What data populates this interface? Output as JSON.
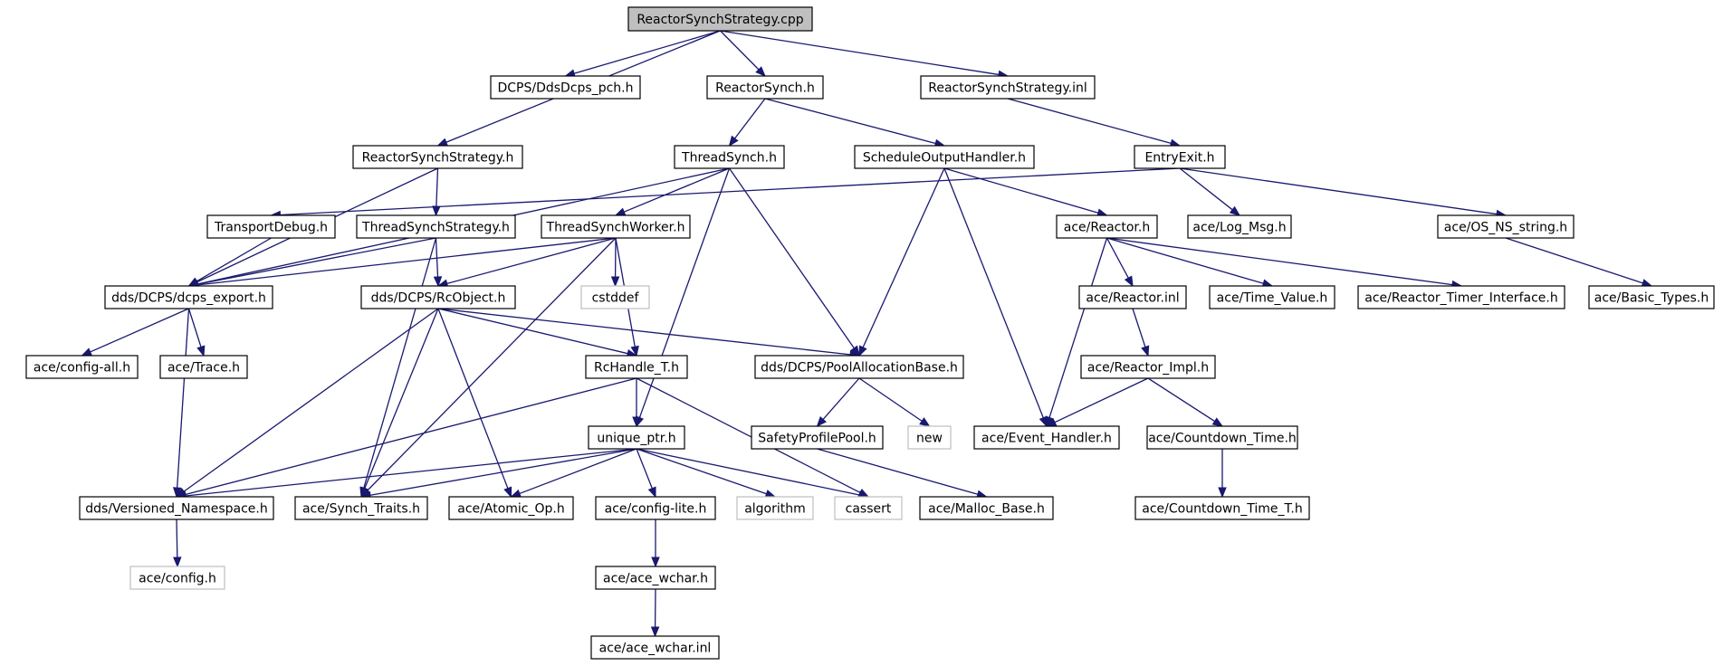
{
  "colors": {
    "edge": "#191970",
    "root_fill": "#bfbfbf",
    "ext_border": "#bfbfbf",
    "node_border": "#000000"
  },
  "nodes": [
    {
      "id": "root",
      "label": "ReactorSynchStrategy.cpp",
      "kind": "root"
    },
    {
      "id": "ddsdcps_pch",
      "label": "DCPS/DdsDcps_pch.h"
    },
    {
      "id": "reactorsynch_h",
      "label": "ReactorSynch.h"
    },
    {
      "id": "rss_inl",
      "label": "ReactorSynchStrategy.inl"
    },
    {
      "id": "rss_h",
      "label": "ReactorSynchStrategy.h"
    },
    {
      "id": "threadsynch_h",
      "label": "ThreadSynch.h"
    },
    {
      "id": "sched_h",
      "label": "ScheduleOutputHandler.h"
    },
    {
      "id": "entryexit_h",
      "label": "EntryExit.h"
    },
    {
      "id": "transportdebug_h",
      "label": "TransportDebug.h"
    },
    {
      "id": "tss_h",
      "label": "ThreadSynchStrategy.h"
    },
    {
      "id": "tsw_h",
      "label": "ThreadSynchWorker.h"
    },
    {
      "id": "ace_reactor_h",
      "label": "ace/Reactor.h"
    },
    {
      "id": "ace_logmsg_h",
      "label": "ace/Log_Msg.h"
    },
    {
      "id": "ace_osns_h",
      "label": "ace/OS_NS_string.h"
    },
    {
      "id": "dcps_export_h",
      "label": "dds/DCPS/dcps_export.h"
    },
    {
      "id": "rcobject_h",
      "label": "dds/DCPS/RcObject.h"
    },
    {
      "id": "cstddef",
      "label": "cstddef",
      "kind": "ext"
    },
    {
      "id": "ace_reactor_inl",
      "label": "ace/Reactor.inl"
    },
    {
      "id": "ace_timevalue_h",
      "label": "ace/Time_Value.h"
    },
    {
      "id": "ace_rti_h",
      "label": "ace/Reactor_Timer_Interface.h"
    },
    {
      "id": "ace_basictypes_h",
      "label": "ace/Basic_Types.h"
    },
    {
      "id": "ace_configall_h",
      "label": "ace/config-all.h"
    },
    {
      "id": "ace_trace_h",
      "label": "ace/Trace.h"
    },
    {
      "id": "rchandle_h",
      "label": "RcHandle_T.h"
    },
    {
      "id": "pool_h",
      "label": "dds/DCPS/PoolAllocationBase.h"
    },
    {
      "id": "ace_reactorimpl_h",
      "label": "ace/Reactor_Impl.h"
    },
    {
      "id": "uniqueptr_h",
      "label": "unique_ptr.h"
    },
    {
      "id": "safety_h",
      "label": "SafetyProfilePool.h"
    },
    {
      "id": "new",
      "label": "new",
      "kind": "ext"
    },
    {
      "id": "ace_eventhandler_h",
      "label": "ace/Event_Handler.h"
    },
    {
      "id": "ace_countdown_h",
      "label": "ace/Countdown_Time.h"
    },
    {
      "id": "versioned_h",
      "label": "dds/Versioned_Namespace.h"
    },
    {
      "id": "ace_synchtraits_h",
      "label": "ace/Synch_Traits.h"
    },
    {
      "id": "ace_atomicop_h",
      "label": "ace/Atomic_Op.h"
    },
    {
      "id": "ace_configlite_h",
      "label": "ace/config-lite.h"
    },
    {
      "id": "algorithm",
      "label": "algorithm",
      "kind": "ext"
    },
    {
      "id": "cassert",
      "label": "cassert",
      "kind": "ext"
    },
    {
      "id": "ace_malloc_h",
      "label": "ace/Malloc_Base.h"
    },
    {
      "id": "ace_countdown_t_h",
      "label": "ace/Countdown_Time_T.h"
    },
    {
      "id": "ace_config_h",
      "label": "ace/config.h",
      "kind": "ext"
    },
    {
      "id": "ace_acewchar_h",
      "label": "ace/ace_wchar.h"
    },
    {
      "id": "ace_acewchar_inl",
      "label": "ace/ace_wchar.inl"
    }
  ],
  "edges": [
    {
      "from": "root",
      "to": "ddsdcps_pch"
    },
    {
      "from": "root",
      "to": "reactorsynch_h"
    },
    {
      "from": "root",
      "to": "rss_inl"
    },
    {
      "from": "root",
      "to": "rss_h"
    },
    {
      "from": "reactorsynch_h",
      "to": "threadsynch_h"
    },
    {
      "from": "reactorsynch_h",
      "to": "sched_h"
    },
    {
      "from": "rss_inl",
      "to": "entryexit_h"
    },
    {
      "from": "rss_h",
      "to": "tss_h"
    },
    {
      "from": "rss_h",
      "to": "dcps_export_h"
    },
    {
      "from": "threadsynch_h",
      "to": "tsw_h"
    },
    {
      "from": "threadsynch_h",
      "to": "dcps_export_h"
    },
    {
      "from": "threadsynch_h",
      "to": "pool_h"
    },
    {
      "from": "threadsynch_h",
      "to": "uniqueptr_h"
    },
    {
      "from": "sched_h",
      "to": "ace_reactor_h"
    },
    {
      "from": "sched_h",
      "to": "pool_h"
    },
    {
      "from": "sched_h",
      "to": "ace_eventhandler_h"
    },
    {
      "from": "entryexit_h",
      "to": "transportdebug_h"
    },
    {
      "from": "entryexit_h",
      "to": "ace_logmsg_h"
    },
    {
      "from": "entryexit_h",
      "to": "ace_osns_h"
    },
    {
      "from": "transportdebug_h",
      "to": "dcps_export_h"
    },
    {
      "from": "tss_h",
      "to": "dcps_export_h"
    },
    {
      "from": "tss_h",
      "to": "rcobject_h"
    },
    {
      "from": "tss_h",
      "to": "ace_synchtraits_h"
    },
    {
      "from": "tsw_h",
      "to": "dcps_export_h"
    },
    {
      "from": "tsw_h",
      "to": "rcobject_h"
    },
    {
      "from": "tsw_h",
      "to": "cstddef"
    },
    {
      "from": "tsw_h",
      "to": "rchandle_h"
    },
    {
      "from": "tsw_h",
      "to": "ace_synchtraits_h"
    },
    {
      "from": "ace_reactor_h",
      "to": "ace_reactor_inl"
    },
    {
      "from": "ace_reactor_h",
      "to": "ace_timevalue_h"
    },
    {
      "from": "ace_reactor_h",
      "to": "ace_rti_h"
    },
    {
      "from": "ace_reactor_h",
      "to": "ace_eventhandler_h"
    },
    {
      "from": "ace_osns_h",
      "to": "ace_basictypes_h"
    },
    {
      "from": "dcps_export_h",
      "to": "ace_configall_h"
    },
    {
      "from": "dcps_export_h",
      "to": "ace_trace_h"
    },
    {
      "from": "dcps_export_h",
      "to": "versioned_h"
    },
    {
      "from": "rcobject_h",
      "to": "rchandle_h"
    },
    {
      "from": "rcobject_h",
      "to": "pool_h"
    },
    {
      "from": "rcobject_h",
      "to": "versioned_h"
    },
    {
      "from": "rcobject_h",
      "to": "ace_synchtraits_h"
    },
    {
      "from": "rcobject_h",
      "to": "ace_atomicop_h"
    },
    {
      "from": "ace_reactor_inl",
      "to": "ace_reactorimpl_h"
    },
    {
      "from": "rchandle_h",
      "to": "uniqueptr_h"
    },
    {
      "from": "rchandle_h",
      "to": "versioned_h"
    },
    {
      "from": "rchandle_h",
      "to": "cassert"
    },
    {
      "from": "pool_h",
      "to": "safety_h"
    },
    {
      "from": "pool_h",
      "to": "new"
    },
    {
      "from": "ace_reactorimpl_h",
      "to": "ace_eventhandler_h"
    },
    {
      "from": "ace_reactorimpl_h",
      "to": "ace_countdown_h"
    },
    {
      "from": "uniqueptr_h",
      "to": "versioned_h"
    },
    {
      "from": "uniqueptr_h",
      "to": "ace_synchtraits_h"
    },
    {
      "from": "uniqueptr_h",
      "to": "ace_atomicop_h"
    },
    {
      "from": "uniqueptr_h",
      "to": "ace_configlite_h"
    },
    {
      "from": "uniqueptr_h",
      "to": "algorithm"
    },
    {
      "from": "uniqueptr_h",
      "to": "cassert"
    },
    {
      "from": "safety_h",
      "to": "ace_malloc_h"
    },
    {
      "from": "ace_countdown_h",
      "to": "ace_countdown_t_h"
    },
    {
      "from": "versioned_h",
      "to": "ace_config_h"
    },
    {
      "from": "ace_configlite_h",
      "to": "ace_acewchar_h"
    },
    {
      "from": "ace_acewchar_h",
      "to": "ace_acewchar_inl"
    }
  ]
}
